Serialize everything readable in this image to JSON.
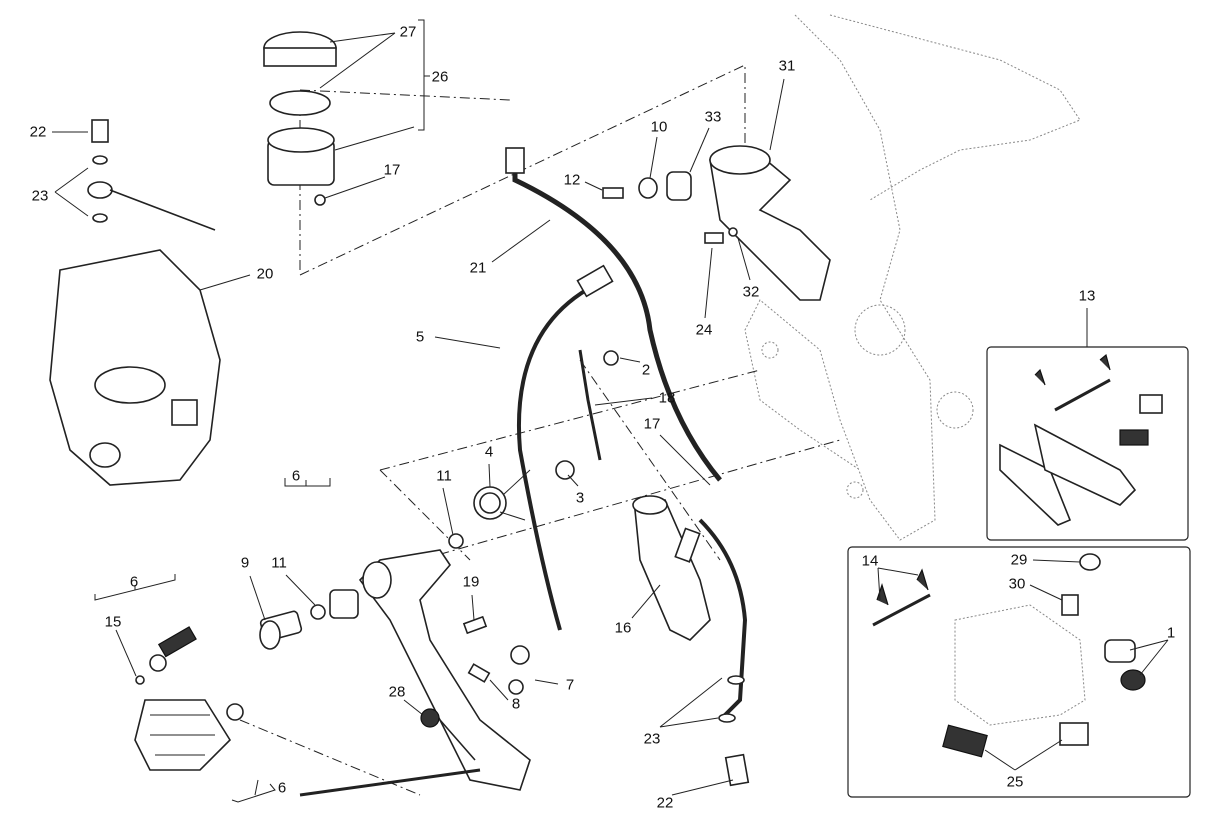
{
  "diagram": {
    "labels": [
      "27",
      "26",
      "22",
      "23",
      "17",
      "20",
      "12",
      "10",
      "33",
      "31",
      "21",
      "24",
      "32",
      "5",
      "2",
      "18",
      "13",
      "6",
      "11",
      "4",
      "3",
      "17",
      "11",
      "9",
      "19",
      "16",
      "7",
      "8",
      "28",
      "6",
      "15",
      "6",
      "23",
      "22",
      "14",
      "29",
      "30",
      "1",
      "25"
    ]
  },
  "colors": {
    "line": "#222222",
    "background": "#ffffff"
  }
}
